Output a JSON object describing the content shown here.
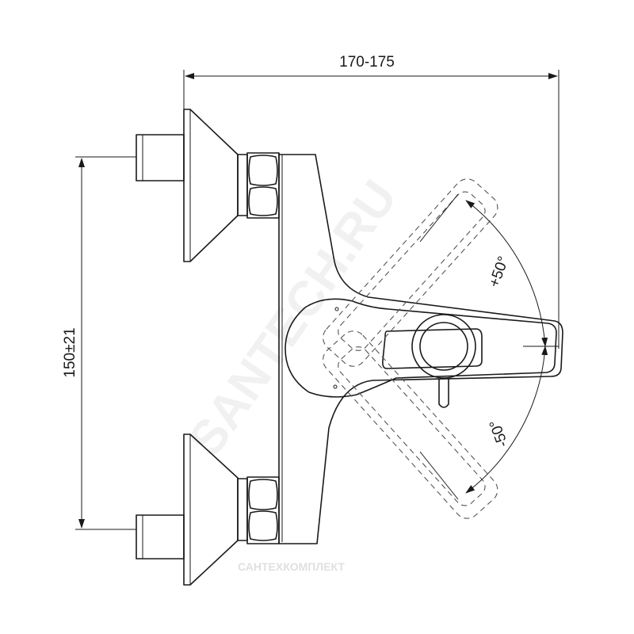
{
  "dimensions": {
    "width_label": "170-175",
    "height_label": "150±21",
    "angle_up_label": "+50°",
    "angle_down_label": "-50°"
  },
  "watermarks": {
    "diagonal": "SANTECH.RU",
    "bottom": "САНТЕХКОМПЛЕКТ"
  }
}
